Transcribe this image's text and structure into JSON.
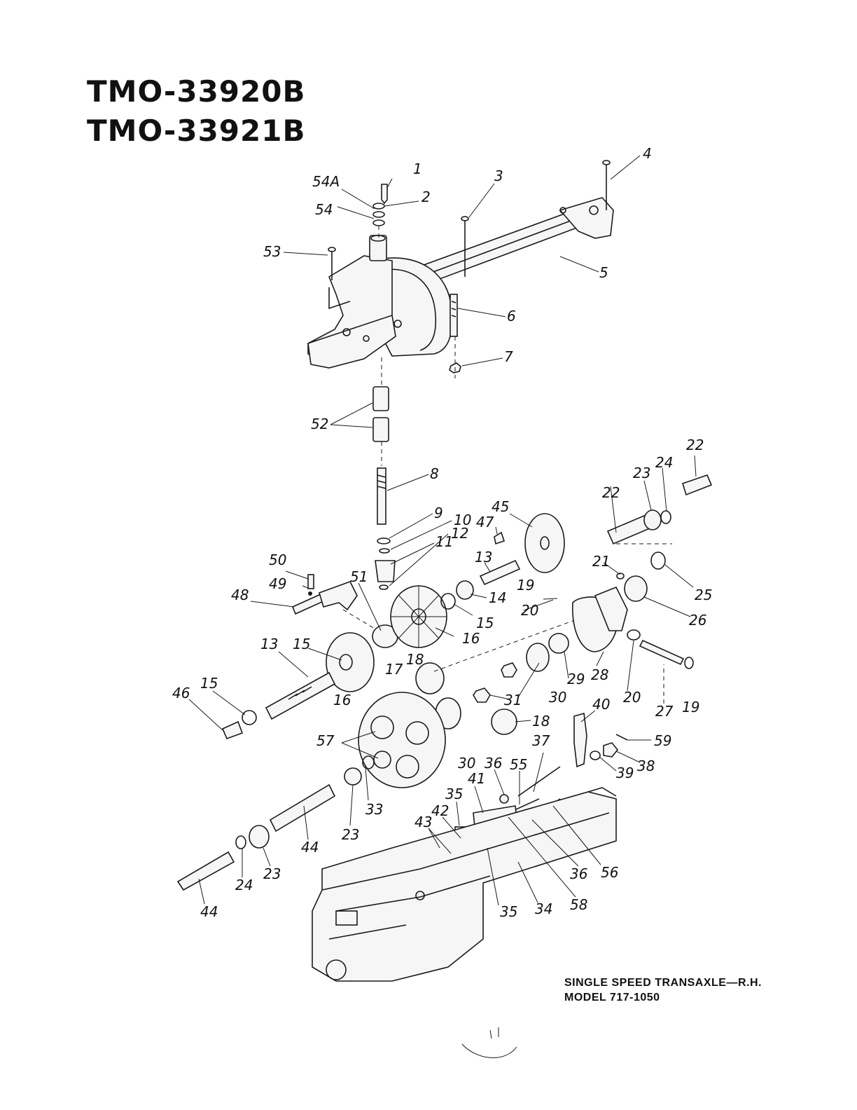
{
  "header": {
    "title_line_1": "TMO-33920B",
    "title_line_2": "TMO-33921B"
  },
  "caption": {
    "line_1": "SINGLE SPEED TRANSAXLE—R.H.",
    "line_2": "MODEL 717-1050"
  },
  "parts": [
    {
      "id": "p1",
      "label": "1"
    },
    {
      "id": "p2",
      "label": "2"
    },
    {
      "id": "p3",
      "label": "3"
    },
    {
      "id": "p4",
      "label": "4"
    },
    {
      "id": "p5",
      "label": "5"
    },
    {
      "id": "p6",
      "label": "6"
    },
    {
      "id": "p7",
      "label": "7"
    },
    {
      "id": "p8",
      "label": "8"
    },
    {
      "id": "p9",
      "label": "9"
    },
    {
      "id": "p10",
      "label": "10"
    },
    {
      "id": "p11",
      "label": "11"
    },
    {
      "id": "p12",
      "label": "12"
    },
    {
      "id": "p13a",
      "label": "13"
    },
    {
      "id": "p13b",
      "label": "13"
    },
    {
      "id": "p14",
      "label": "14"
    },
    {
      "id": "p15a",
      "label": "15"
    },
    {
      "id": "p15b",
      "label": "15"
    },
    {
      "id": "p15c",
      "label": "15"
    },
    {
      "id": "p16a",
      "label": "16"
    },
    {
      "id": "p16b",
      "label": "16"
    },
    {
      "id": "p17",
      "label": "17"
    },
    {
      "id": "p18a",
      "label": "18"
    },
    {
      "id": "p18b",
      "label": "18"
    },
    {
      "id": "p19a",
      "label": "19"
    },
    {
      "id": "p19b",
      "label": "19"
    },
    {
      "id": "p20a",
      "label": "20"
    },
    {
      "id": "p20b",
      "label": "20"
    },
    {
      "id": "p21",
      "label": "21"
    },
    {
      "id": "p22a",
      "label": "22"
    },
    {
      "id": "p22b",
      "label": "22"
    },
    {
      "id": "p23a",
      "label": "23"
    },
    {
      "id": "p23b",
      "label": "23"
    },
    {
      "id": "p23c",
      "label": "23"
    },
    {
      "id": "p24a",
      "label": "24"
    },
    {
      "id": "p24b",
      "label": "24"
    },
    {
      "id": "p25",
      "label": "25"
    },
    {
      "id": "p26",
      "label": "26"
    },
    {
      "id": "p27",
      "label": "27"
    },
    {
      "id": "p28",
      "label": "28"
    },
    {
      "id": "p29",
      "label": "29"
    },
    {
      "id": "p30a",
      "label": "30"
    },
    {
      "id": "p30b",
      "label": "30"
    },
    {
      "id": "p31",
      "label": "31"
    },
    {
      "id": "p33",
      "label": "33"
    },
    {
      "id": "p34",
      "label": "34"
    },
    {
      "id": "p35a",
      "label": "35"
    },
    {
      "id": "p35b",
      "label": "35"
    },
    {
      "id": "p36a",
      "label": "36"
    },
    {
      "id": "p36b",
      "label": "36"
    },
    {
      "id": "p37",
      "label": "37"
    },
    {
      "id": "p38",
      "label": "38"
    },
    {
      "id": "p39",
      "label": "39"
    },
    {
      "id": "p40",
      "label": "40"
    },
    {
      "id": "p41",
      "label": "41"
    },
    {
      "id": "p42",
      "label": "42"
    },
    {
      "id": "p43",
      "label": "43"
    },
    {
      "id": "p44a",
      "label": "44"
    },
    {
      "id": "p44b",
      "label": "44"
    },
    {
      "id": "p45",
      "label": "45"
    },
    {
      "id": "p46",
      "label": "46"
    },
    {
      "id": "p47",
      "label": "47"
    },
    {
      "id": "p48",
      "label": "48"
    },
    {
      "id": "p49",
      "label": "49"
    },
    {
      "id": "p50",
      "label": "50"
    },
    {
      "id": "p51",
      "label": "51"
    },
    {
      "id": "p52",
      "label": "52"
    },
    {
      "id": "p53",
      "label": "53"
    },
    {
      "id": "p54",
      "label": "54"
    },
    {
      "id": "p54a",
      "label": "54A"
    },
    {
      "id": "p55",
      "label": "55"
    },
    {
      "id": "p56",
      "label": "56"
    },
    {
      "id": "p57",
      "label": "57"
    },
    {
      "id": "p58",
      "label": "58"
    },
    {
      "id": "p59",
      "label": "59"
    }
  ]
}
